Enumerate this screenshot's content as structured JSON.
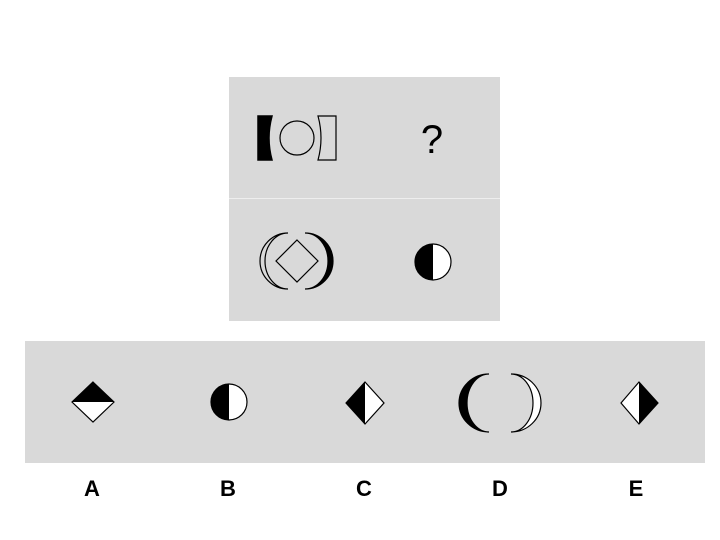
{
  "puzzle": {
    "missing_marker": "?",
    "cells": [
      {
        "position": "top-left",
        "figure": "bracket-circle-bracket-icon"
      },
      {
        "position": "top-right",
        "figure": "question-mark"
      },
      {
        "position": "bottom-left",
        "figure": "crescent-diamond-crescent-icon"
      },
      {
        "position": "bottom-right",
        "figure": "half-filled-circle-icon"
      }
    ]
  },
  "options": [
    {
      "label": "A",
      "figure": "diamond-top-half-filled-icon"
    },
    {
      "label": "B",
      "figure": "circle-left-half-filled-icon"
    },
    {
      "label": "C",
      "figure": "diamond-left-half-filled-icon"
    },
    {
      "label": "D",
      "figure": "crescent-pair-icon"
    },
    {
      "label": "E",
      "figure": "diamond-right-half-filled-icon"
    }
  ],
  "colors": {
    "panel": "#d9d9d9",
    "ink": "#000000",
    "paper": "#ffffff"
  }
}
